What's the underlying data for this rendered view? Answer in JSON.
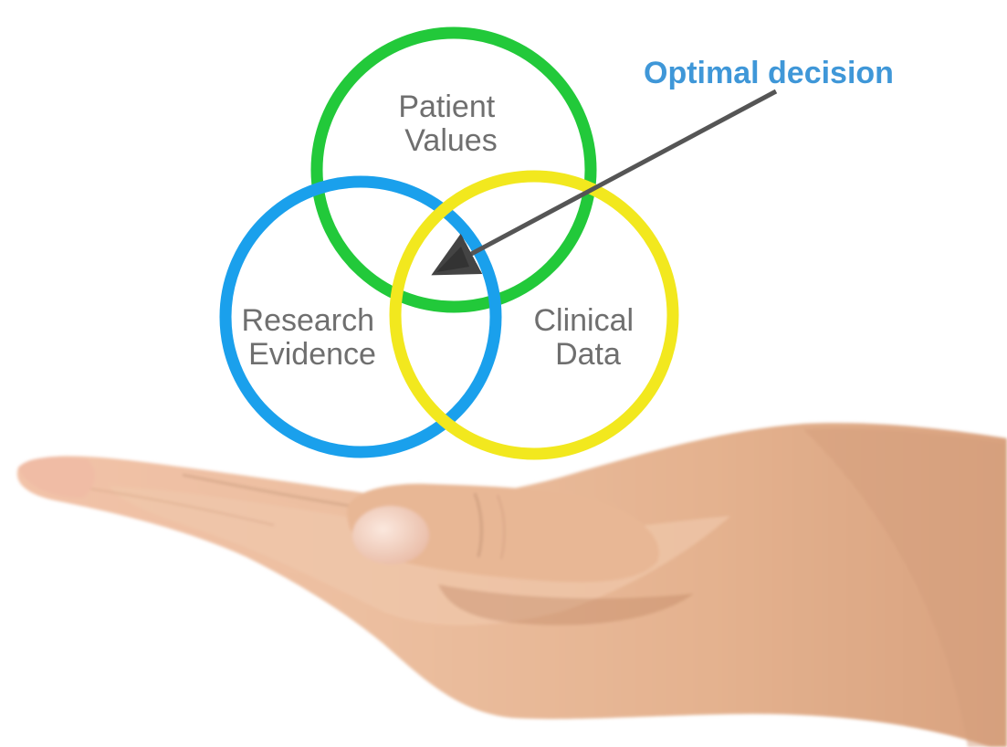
{
  "diagram": {
    "circles": [
      {
        "id": "patient-values",
        "lines": [
          "Patient",
          "Values"
        ],
        "color": "#22c93a"
      },
      {
        "id": "research-evidence",
        "lines": [
          "Research",
          "Evidence"
        ],
        "color": "#1aa0ec"
      },
      {
        "id": "clinical-data",
        "lines": [
          "Clinical",
          "Data"
        ],
        "color": "#f2e81e"
      }
    ],
    "callout": {
      "text": "Optimal decision",
      "color": "#3f97d8",
      "arrow_color": "#555555"
    }
  },
  "illustration": {
    "subject": "open-palm-hand",
    "skin_color": "#e6b693"
  }
}
